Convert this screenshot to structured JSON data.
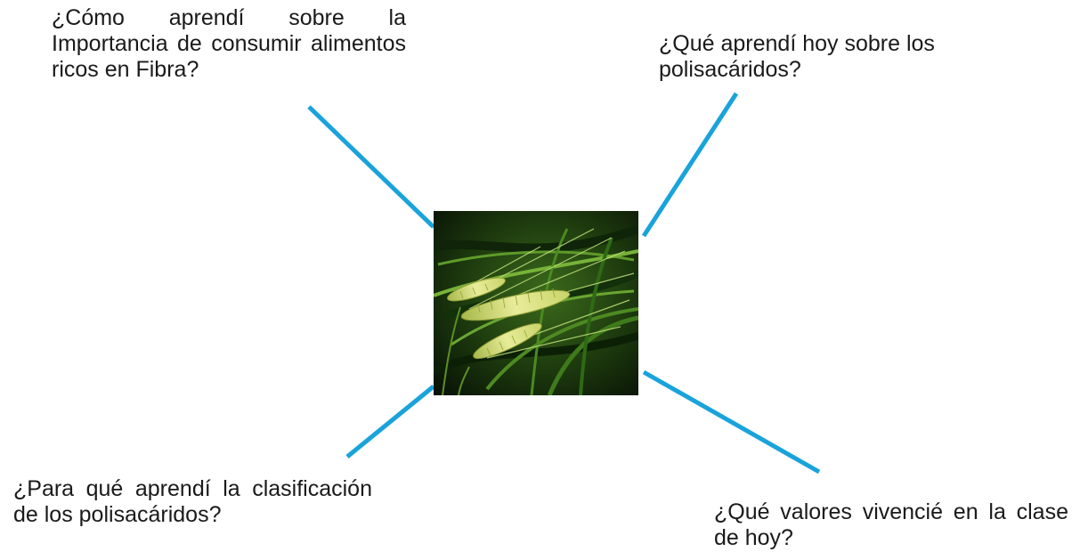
{
  "questions": {
    "top_left": "¿Cómo aprendí sobre la Importancia de consumir alimentos ricos en Fibra?",
    "top_right": "¿Qué aprendí hoy sobre los polisacáridos?",
    "bottom_left": "¿Para qué aprendí la clasificación de los polisacáridos?",
    "bottom_right": "¿Qué valores vivencié en la clase de hoy?"
  },
  "center_image": {
    "subject": "barley ears with green leaves (photo)"
  },
  "colors": {
    "connector": "#1aa3db",
    "text": "#1a1a1a",
    "background": "#ffffff"
  }
}
